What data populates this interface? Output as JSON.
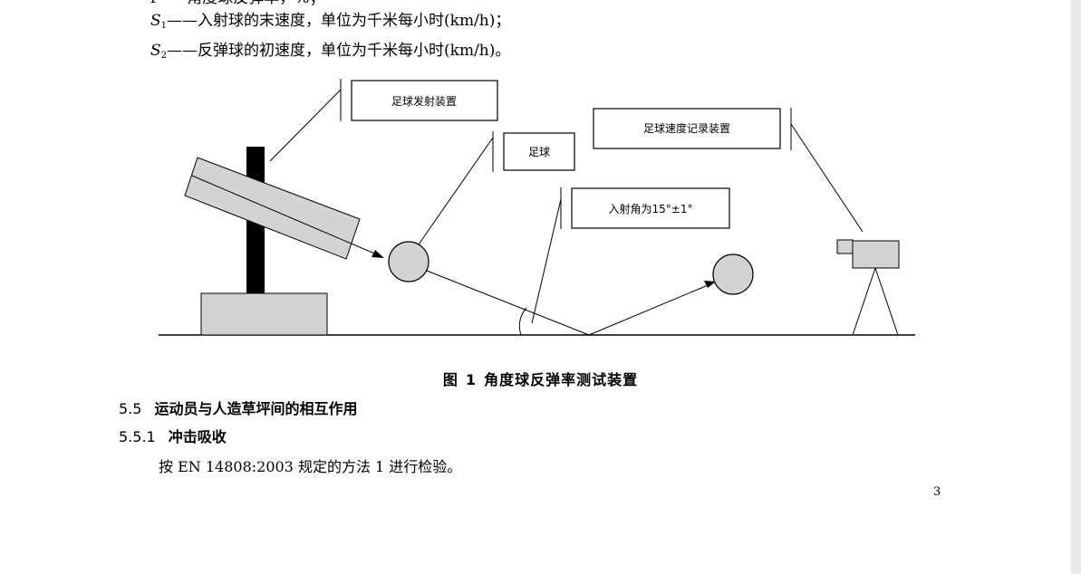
{
  "text": {
    "top_cut": "f——角度球反弹率，%；",
    "s1_var": "S",
    "s1_sub": "1",
    "s1_desc": "——入射球的末速度，单位为千米每小时(km/h)；",
    "s2_var": "S",
    "s2_sub": "2",
    "s2_desc": "——反弹球的初速度，单位为千米每小时(km/h)。"
  },
  "figure": {
    "label_launcher": "足球发射装置",
    "label_ball": "足球",
    "label_recorder": "足球速度记录装置",
    "label_angle": "入射角为15°±1°",
    "caption_prefix": "图",
    "caption_number": "1",
    "caption_title": "角度球反弹率测试装置"
  },
  "sections": [
    {
      "number": "5.5",
      "title": "运动员与人造草坪间的相互作用"
    },
    {
      "number": "5.5.1",
      "title": "冲击吸收"
    }
  ],
  "paragraph": "按 EN 14808:2003 规定的方法 1 进行检验。",
  "page_number": "3",
  "colors": {
    "fill_gray": "#d3d3d3",
    "right_bar": "#e9e9e9"
  }
}
